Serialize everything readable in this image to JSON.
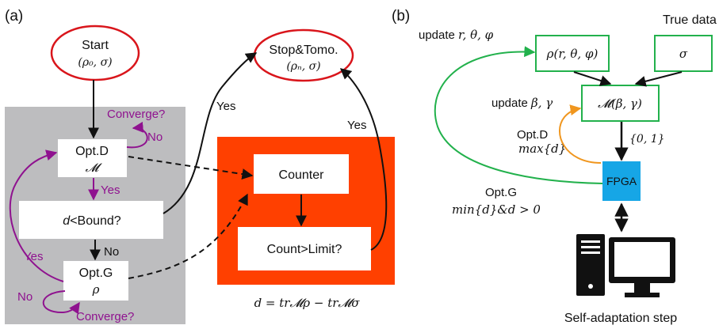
{
  "panel_a": {
    "label": "(a)",
    "start": {
      "title": "Start",
      "sub": "(ρ₀, σ)"
    },
    "stop": {
      "title": "Stop&Tomo.",
      "sub": "(ρₙ, σ)"
    },
    "optd": {
      "title": "Opt.D",
      "sub": "𝓜"
    },
    "optg": {
      "title": "Opt.G",
      "sub": "ρ"
    },
    "bound": {
      "prefix": "d",
      "rest": "<Bound?"
    },
    "counter": "Counter",
    "limit": "Count>Limit?",
    "converge_top": "Converge?",
    "converge_bottom": "Converge?",
    "no_top": "No",
    "no_bottom": "No",
    "no_mid": "No",
    "yes_purple_mid": "Yes",
    "yes_purple_left": "Yes",
    "yes_black_up": "Yes",
    "yes_black_right": "Yes",
    "formula": "d = tr𝓜ρ − tr𝓜σ"
  },
  "panel_b": {
    "label": "(b)",
    "rho_box": "ρ(r, θ, φ)",
    "sigma_box": "σ",
    "m_box": "𝓜(β, γ)",
    "true_data": "True data",
    "update_r": {
      "prefix": "update ",
      "math": "r, θ, φ"
    },
    "update_b": {
      "prefix": "update ",
      "math": "β, γ"
    },
    "optd": {
      "title": "Opt.D",
      "sub": "max{d}"
    },
    "optg": {
      "title": "Opt.G",
      "sub": "min{d}&d > 0"
    },
    "bits": "{0, 1}",
    "fpga": "FPGA",
    "caption": "Self-adaptation step"
  },
  "colors": {
    "red": "#d9151b",
    "purple": "#8f128f",
    "green": "#22b14c",
    "orange": "#f0961e",
    "grey_panel": "#bdbdbf",
    "orange_panel": "#ff4000",
    "fpga": "#16a6e6"
  },
  "icons": [
    "computer-icon"
  ]
}
